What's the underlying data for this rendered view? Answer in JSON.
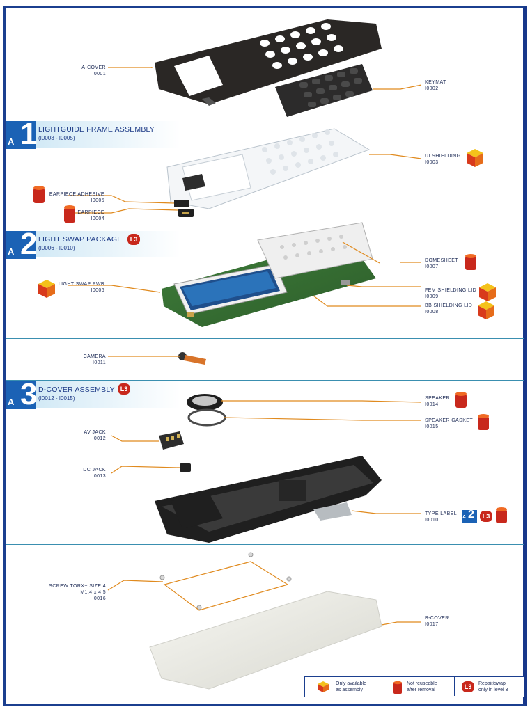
{
  "sections": {
    "a1": {
      "badge_num": "1",
      "badge_letter": "A",
      "title": "LIGHTGUIDE FRAME ASSEMBLY",
      "subtitle": "(I0003 - I0005)"
    },
    "a2": {
      "badge_num": "2",
      "badge_letter": "A",
      "title": "LIGHT SWAP PACKAGE",
      "subtitle": "(I0006 - I0010)"
    },
    "a3": {
      "badge_num": "3",
      "badge_letter": "A",
      "title": "D-COVER ASSEMBLY",
      "subtitle": "(I0012 - I0015)"
    }
  },
  "l3_badge_text": "L3",
  "a2_mini_badge": {
    "letter": "A",
    "num": "2"
  },
  "parts": {
    "a_cover": {
      "name": "A-COVER",
      "code": "I0001"
    },
    "keymat": {
      "name": "KEYMAT",
      "code": "I0002"
    },
    "ui_shielding": {
      "name": "UI SHIELDING",
      "code": "I0003"
    },
    "earpiece_adhesive": {
      "name": "EARPIECE ADHESIVE",
      "code": "I0005"
    },
    "earpiece": {
      "name": "EARPIECE",
      "code": "I0004"
    },
    "domesheet": {
      "name": "DOMESHEET",
      "code": "I0007"
    },
    "light_swap_pwb": {
      "name": "LIGHT SWAP PWB",
      "code": "I0006"
    },
    "fem_shielding_lid": {
      "name": "FEM SHIELDING LID",
      "code": "I0009"
    },
    "bb_shielding_lid": {
      "name": "BB SHIELDING LID",
      "code": "I0008"
    },
    "camera": {
      "name": "CAMERA",
      "code": "I0011"
    },
    "speaker": {
      "name": "SPEAKER",
      "code": "I0014"
    },
    "speaker_gasket": {
      "name": "SPEAKER GASKET",
      "code": "I0015"
    },
    "av_jack": {
      "name": "AV JACK",
      "code": "I0012"
    },
    "dc_jack": {
      "name": "DC JACK",
      "code": "I0013"
    },
    "type_label": {
      "name": "TYPE LABEL",
      "code": "I0010"
    },
    "screw": {
      "name": "SCREW TORX+ SIZE 4",
      "size": "M1.4 x 4.5",
      "code": "I0016"
    },
    "b_cover": {
      "name": "B-COVER",
      "code": "I0017"
    }
  },
  "legend": {
    "assembly": {
      "line1": "Only available",
      "line2": "as assembly",
      "icon": "cube-icon"
    },
    "not_reuseable": {
      "line1": "Not reuseable",
      "line2": "after removal",
      "icon": "spool-icon"
    },
    "level3": {
      "line1": "Repair/swap",
      "line2": "only in level 3",
      "icon": "l3-badge-icon"
    }
  },
  "colors": {
    "frame_blue": "#1b3f8f",
    "badge_blue": "#1b62b5",
    "leader_orange": "#e08a1e",
    "divider_teal": "#3a8fb0",
    "icon_red": "#c8281c",
    "icon_yellow": "#f4c21b"
  }
}
